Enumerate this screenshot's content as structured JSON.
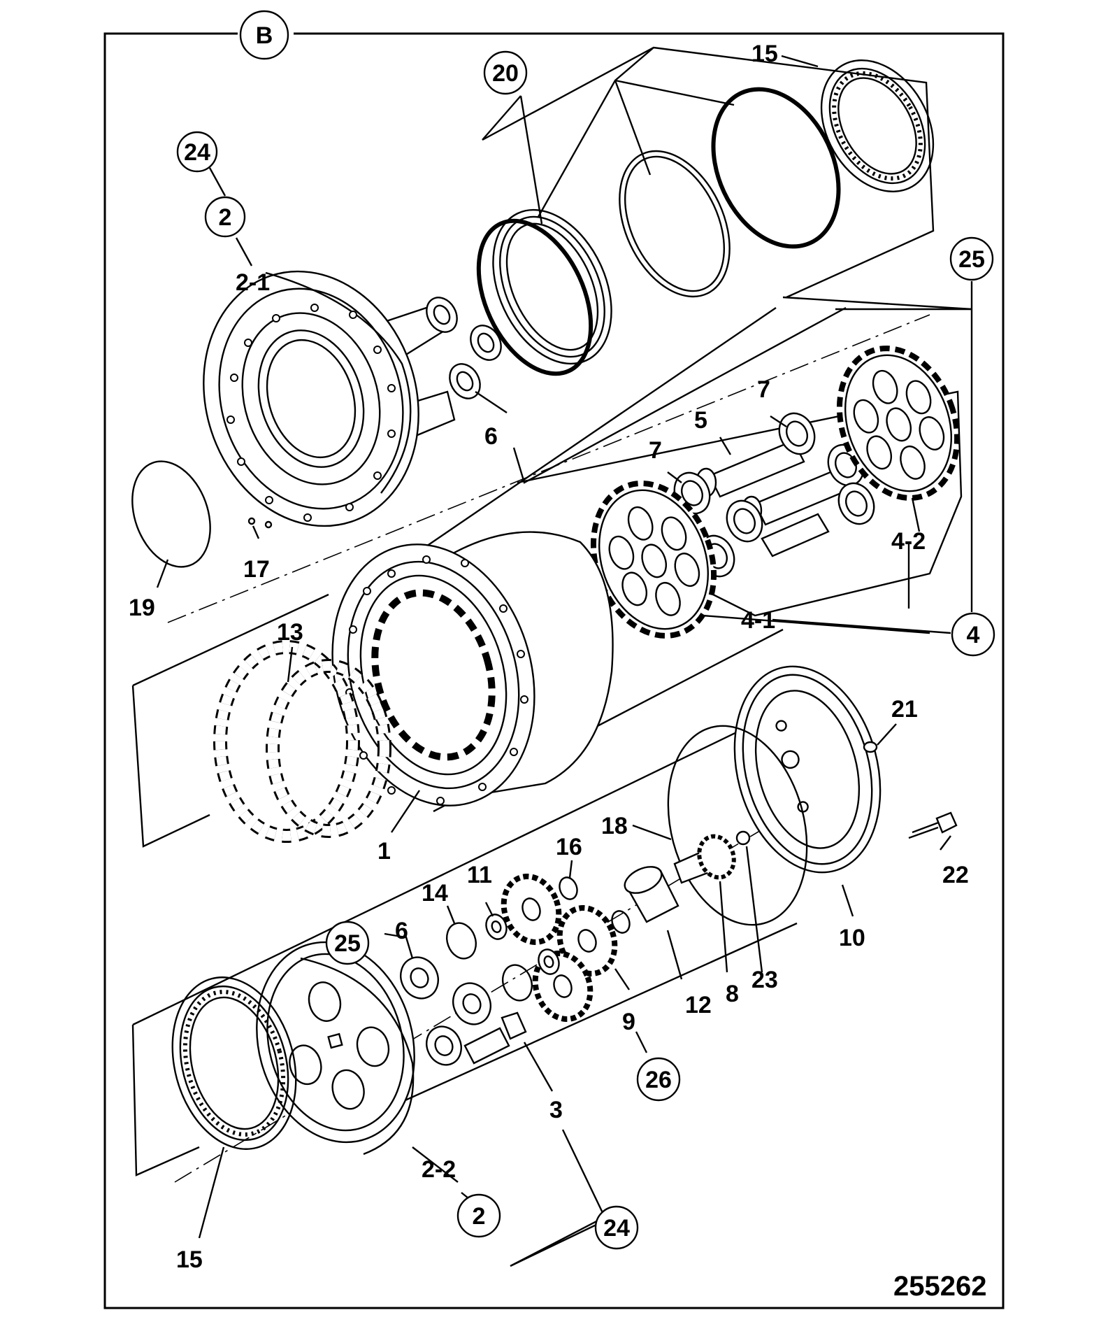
{
  "view_label": "B",
  "figure_number": "255262",
  "callouts": {
    "c_24_top": "24",
    "c_2_top": "2",
    "c_20": "20",
    "c_25_top": "25",
    "c_4": "4",
    "c_25_bottom": "25",
    "c_26": "26",
    "c_2_bottom": "2",
    "c_24_bottom": "24"
  },
  "labels": {
    "l_15_top": "15",
    "l_2_1": "2-1",
    "l_6_top": "6",
    "l_7_a": "7",
    "l_5": "5",
    "l_7_b": "7",
    "l_4_2": "4-2",
    "l_4_1": "4-1",
    "l_19": "19",
    "l_17": "17",
    "l_13": "13",
    "l_1": "1",
    "l_21": "21",
    "l_22": "22",
    "l_10": "10",
    "l_18": "18",
    "l_16": "16",
    "l_11": "11",
    "l_14": "14",
    "l_6_bottom": "6",
    "l_12": "12",
    "l_8": "8",
    "l_23": "23",
    "l_9": "9",
    "l_3": "3",
    "l_2_2": "2-2",
    "l_15_bottom": "15"
  }
}
